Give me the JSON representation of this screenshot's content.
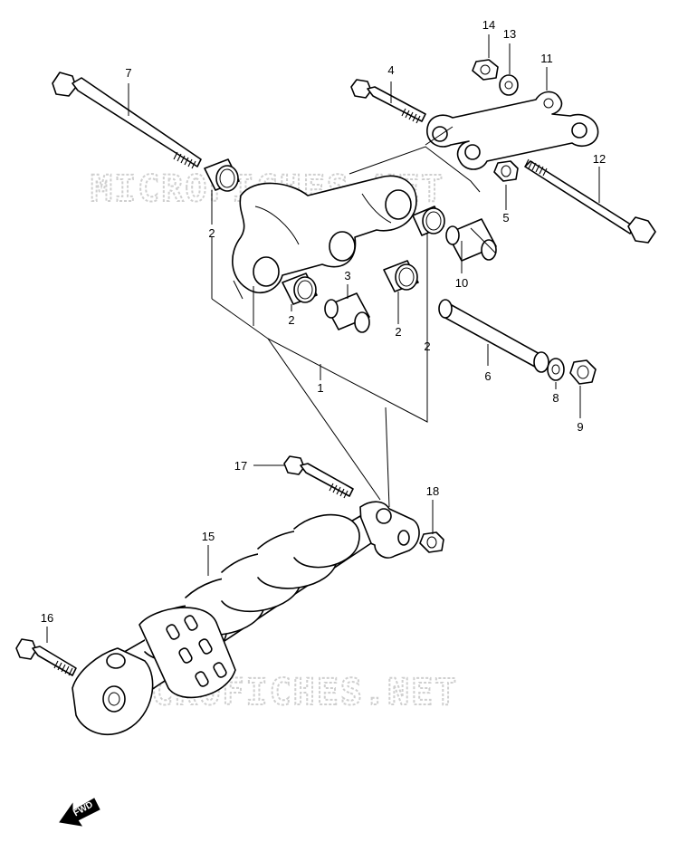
{
  "watermark": {
    "text": "MICROFICHES.NET"
  },
  "front_indicator": {
    "label": "FWD"
  },
  "callouts": {
    "c1": "1",
    "c2a": "2",
    "c2b": "2",
    "c2c": "2",
    "c2d": "2",
    "c3": "3",
    "c4": "4",
    "c5": "5",
    "c6": "6",
    "c7": "7",
    "c8": "8",
    "c9": "9",
    "c10": "10",
    "c11": "11",
    "c12": "12",
    "c13": "13",
    "c14": "14",
    "c15": "15",
    "c16": "16",
    "c17": "17",
    "c18": "18"
  }
}
